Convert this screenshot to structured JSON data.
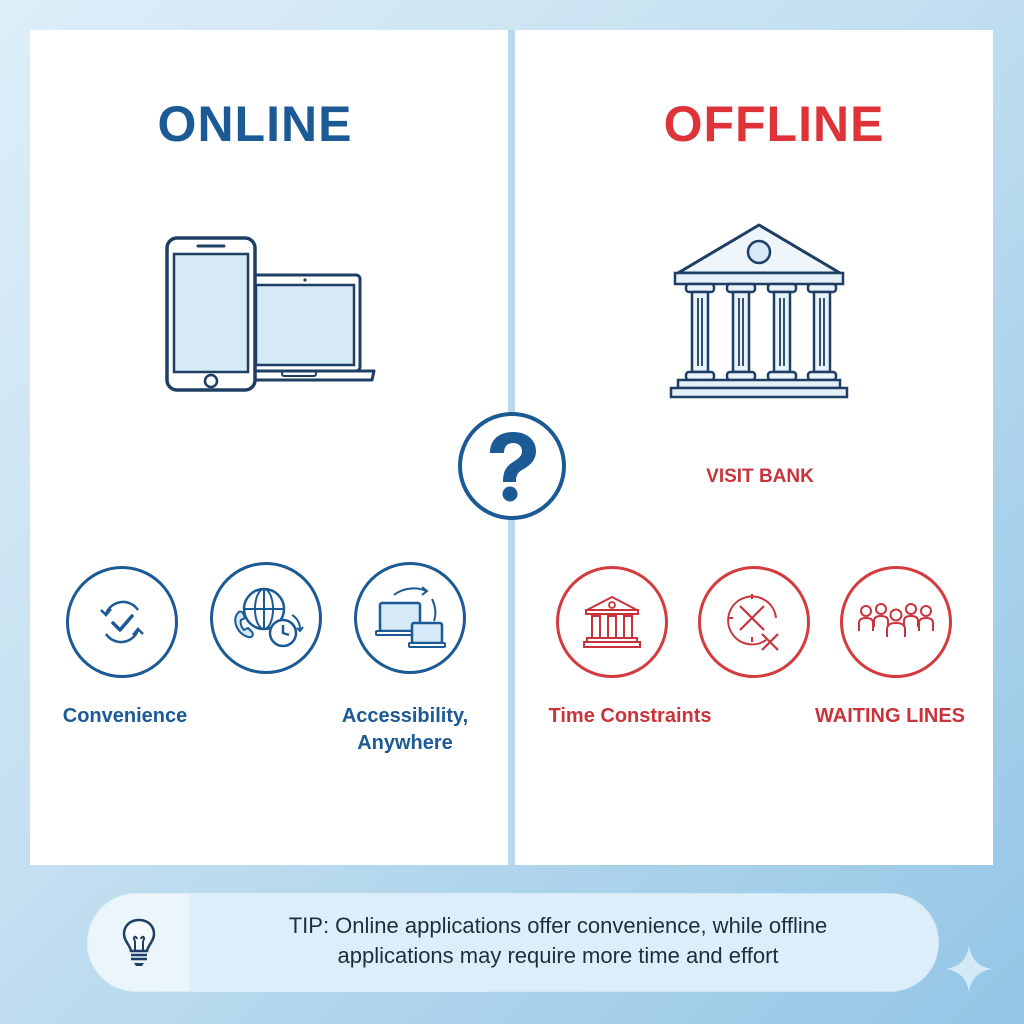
{
  "online": {
    "title": "ONLINE",
    "hero_icon": "phone-and-laptop-icon",
    "features": [
      {
        "icon": "refresh-check-icon",
        "label": "Convenience"
      },
      {
        "icon": "globe-phone-clock-icon",
        "label": ""
      },
      {
        "icon": "laptop-sync-icon",
        "label_line1": "Accessibility,",
        "label_line2": "Anywhere"
      }
    ],
    "color": "#1c5a96"
  },
  "offline": {
    "title": "OFFLINE",
    "hero_icon": "bank-building-icon",
    "subtitle": "VISIT BANK",
    "features": [
      {
        "icon": "bank-icon",
        "label": ""
      },
      {
        "icon": "clock-cross-icon",
        "label": "Time Constraints"
      },
      {
        "icon": "people-queue-icon",
        "label": "WAITING LINES"
      }
    ],
    "color": "#de3439"
  },
  "center": {
    "icon": "question-mark-icon",
    "symbol": "?"
  },
  "tip": {
    "icon": "lightbulb-icon",
    "line1": "TIP: Online applications offer convenience, while offline",
    "line2": "applications may require more time and effort"
  },
  "decoration": {
    "icon": "sparkle-icon"
  }
}
